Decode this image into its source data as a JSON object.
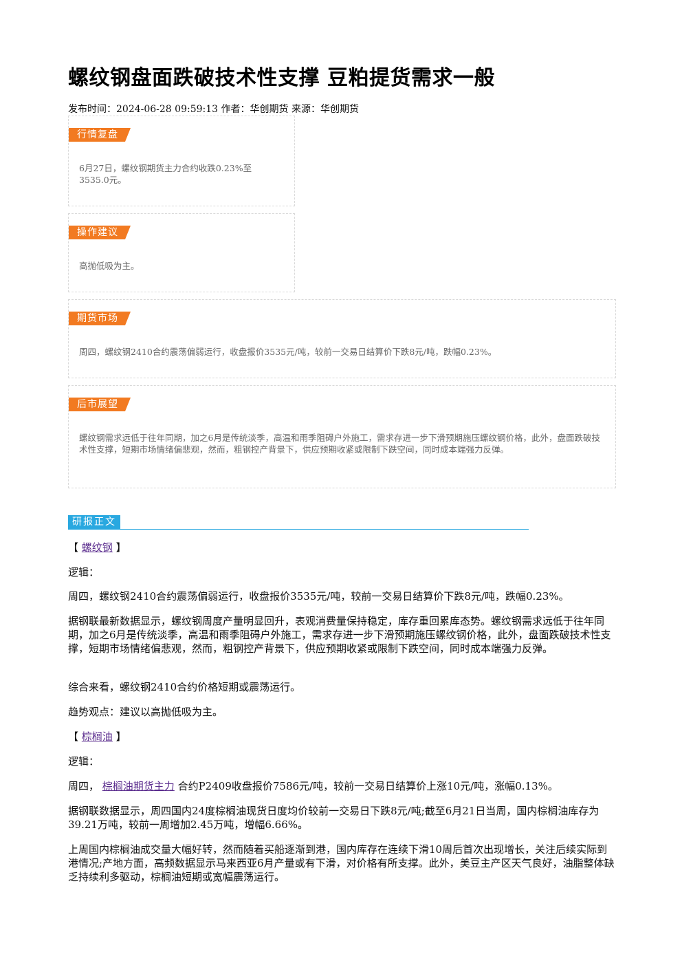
{
  "title": "螺纹钢盘面跌破技术性支撑 豆粕提货需求一般",
  "meta": "发布时间：2024-06-28 09:59:13 作者：华创期货 来源：华创期货",
  "boxes": {
    "review": {
      "tag": "行情复盘",
      "text": "6月27日，螺纹钢期货主力合约收跌0.23%至3535.0元。"
    },
    "advice": {
      "tag": "操作建议",
      "text": "高抛低吸为主。"
    },
    "futures": {
      "tag": "期货市场",
      "text": "周四，螺纹钢2410合约震荡偏弱运行，收盘报价3535元/吨，较前一交易日结算价下跌8元/吨，跌幅0.23%。"
    },
    "outlook": {
      "tag": "后市展望",
      "text": "螺纹钢需求远低于往年同期，加之6月是传统淡季，高温和雨季阻碍户外施工，需求存进一步下滑预期施压螺纹钢价格，此外，盘面跌破技术性支撑，短期市场情绪偏悲观，然而，粗钢控产背景下，供应预期收紧或限制下跌空间，同时成本端强力反弹。"
    }
  },
  "report": {
    "header": "研报正文",
    "rebar": {
      "bracket_open": "【",
      "link": "螺纹钢",
      "bracket_close": "】",
      "logic": "逻辑：",
      "p1": "周四，螺纹钢2410合约震荡偏弱运行，收盘报价3535元/吨，较前一交易日结算价下跌8元/吨，跌幅0.23%。",
      "p2": "据钢联最新数据显示，螺纹钢周度产量明显回升，表观消费量保持稳定，库存重回累库态势。螺纹钢需求远低于往年同期，加之6月是传统淡季，高温和雨季阻碍户外施工，需求存进一步下滑预期施压螺纹钢价格，此外，盘面跌破技术性支撑，短期市场情绪偏悲观，然而，粗钢控产背景下，供应预期收紧或限制下跌空间，同时成本端强力反弹。",
      "p3": "综合来看，螺纹钢2410合约价格短期或震荡运行。",
      "p4": "趋势观点：建议以高抛低吸为主。"
    },
    "palm": {
      "bracket_open": "【",
      "link": "棕榈油",
      "bracket_close": "】",
      "logic": "逻辑：",
      "p1_prefix": "周四，",
      "p1_link": "棕榈油期货主力",
      "p1_suffix": "合约P2409收盘报价7586元/吨，较前一交易日结算价上涨10元/吨，涨幅0.13%。",
      "p2": "据钢联数据显示，周四国内24度棕榈油现货日度均价较前一交易日下跌8元/吨;截至6月21日当周，国内棕榈油库存为39.21万吨，较前一周增加2.45万吨，增幅6.66%。",
      "p3": "上周国内棕榈油成交量大幅好转，然而随着买船逐渐到港，国内库存在连续下滑10周后首次出现增长，关注后续实际到港情况;产地方面，高频数据显示马来西亚6月产量或有下滑，对价格有所支撑。此外，美豆主产区天气良好，油脂整体缺乏持续利多驱动，棕榈油短期或宽幅震荡运行。"
    }
  },
  "colors": {
    "tag_orange": "#f27a21",
    "report_blue": "#29a8e0",
    "link_purple": "#5b2d8e"
  }
}
